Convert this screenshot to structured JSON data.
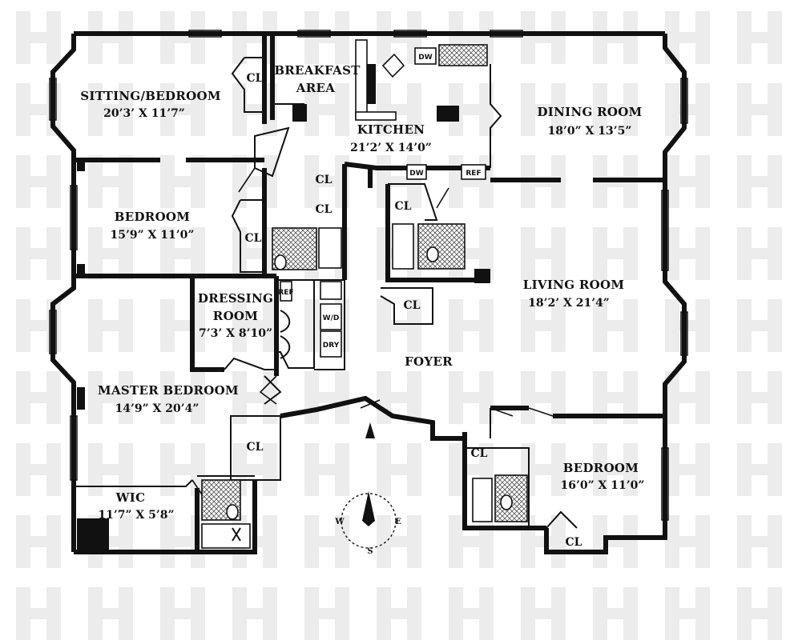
{
  "watermark": {
    "letter": "H",
    "color": "#ececec"
  },
  "rooms": {
    "sitting_bedroom": {
      "name": "SITTING/BEDROOM",
      "dims": "20’3’ X 11’7”"
    },
    "breakfast_area": {
      "name_line1": "BREAKFAST",
      "name_line2": "AREA"
    },
    "kitchen": {
      "name": "KITCHEN",
      "dims": "21’2’ X 14’0”"
    },
    "dining_room": {
      "name": "DINING ROOM",
      "dims": "18’0” X 13’5”"
    },
    "bedroom_1": {
      "name": "BEDROOM",
      "dims": "15’9” X 11’0”"
    },
    "dressing_room": {
      "name_line1": "DRESSING",
      "name_line2": "ROOM",
      "dims": "7’3’ X 8’10”"
    },
    "living_room": {
      "name": "LIVING ROOM",
      "dims": "18’2’ X 21’4”"
    },
    "foyer": {
      "name": "FOYER"
    },
    "master_bedroom": {
      "name": "MASTER BEDROOM",
      "dims": "14’9” X 20’4”"
    },
    "wic": {
      "name": "WIC",
      "dims": "11’7” X 5’8”"
    },
    "bedroom_2": {
      "name": "BEDROOM",
      "dims": "16’0” X 11’0”"
    }
  },
  "closet_label": "CL",
  "appliances": {
    "dw": "DW",
    "dw2": "DW",
    "ref": "REF",
    "ref2": "REF",
    "wd": "W/D",
    "dry": "DRY"
  },
  "compass": {
    "w": "W",
    "e": "E",
    "s": "S"
  }
}
